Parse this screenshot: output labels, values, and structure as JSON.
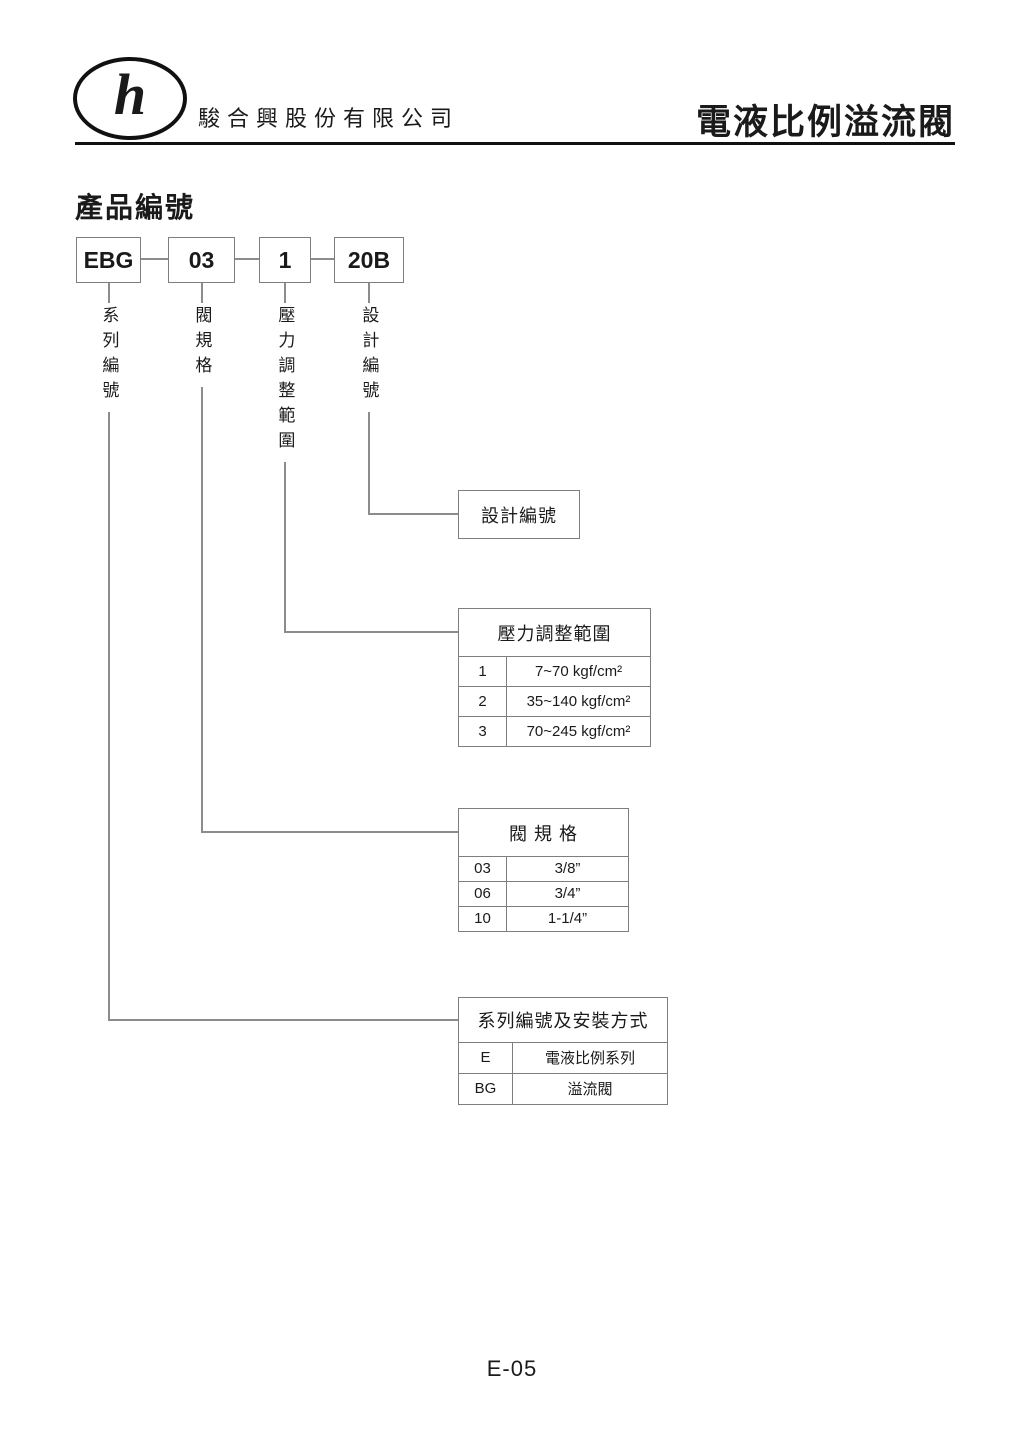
{
  "header": {
    "logo_letter": "h",
    "company_name": "駿合興股份有限公司",
    "page_title": "電液比例溢流閥"
  },
  "section": {
    "title": "產品編號"
  },
  "code": {
    "segments": [
      {
        "value": "EBG",
        "label": "系列編號"
      },
      {
        "value": "03",
        "label": "閥規格"
      },
      {
        "value": "1",
        "label": "壓力調整範圍"
      },
      {
        "value": "20B",
        "label": "設計編號"
      }
    ]
  },
  "callouts": {
    "design_number": {
      "title": "設計編號"
    },
    "pressure_range": {
      "title": "壓力調整範圍",
      "rows": [
        {
          "code": "1",
          "value": "7~70 kgf/cm²"
        },
        {
          "code": "2",
          "value": "35~140 kgf/cm²"
        },
        {
          "code": "3",
          "value": "70~245 kgf/cm²"
        }
      ]
    },
    "valve_spec": {
      "title": "閥 規 格",
      "rows": [
        {
          "code": "03",
          "value": "3/8”"
        },
        {
          "code": "06",
          "value": "3/4”"
        },
        {
          "code": "10",
          "value": "1-1/4”"
        }
      ]
    },
    "series": {
      "title": "系列編號及安裝方式",
      "rows": [
        {
          "code": "E",
          "value": "電液比例系列"
        },
        {
          "code": "BG",
          "value": "溢流閥"
        }
      ]
    }
  },
  "footer": {
    "page_number": "E-05"
  }
}
